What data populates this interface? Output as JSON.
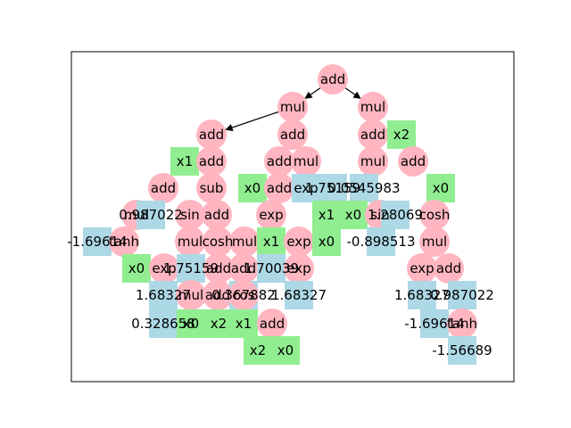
{
  "colors": {
    "operator_node": "#ffb6c1",
    "variable_node": "#90ee90",
    "constant_node": "#add8e6",
    "edge": "#000000",
    "frame": "#000000"
  },
  "nodes": [
    {
      "id": "n0",
      "kind": "operator",
      "label": "add"
    },
    {
      "id": "n1",
      "kind": "operator",
      "label": "mul"
    },
    {
      "id": "n2",
      "kind": "operator",
      "label": "mul"
    },
    {
      "id": "n3",
      "kind": "operator",
      "label": "add"
    },
    {
      "id": "n4",
      "kind": "operator",
      "label": "add"
    },
    {
      "id": "n5",
      "kind": "operator",
      "label": "add"
    },
    {
      "id": "n6",
      "kind": "variable",
      "label": "x2"
    },
    {
      "id": "n7",
      "kind": "variable",
      "label": "x1"
    },
    {
      "id": "n8",
      "kind": "operator",
      "label": "add"
    },
    {
      "id": "n9",
      "kind": "operator",
      "label": "add"
    },
    {
      "id": "n10",
      "kind": "operator",
      "label": "mul"
    },
    {
      "id": "n11",
      "kind": "operator",
      "label": "mul"
    },
    {
      "id": "n12",
      "kind": "operator",
      "label": "add"
    },
    {
      "id": "n13",
      "kind": "operator",
      "label": "add"
    },
    {
      "id": "n14",
      "kind": "operator",
      "label": "sub"
    },
    {
      "id": "n15",
      "kind": "variable",
      "label": "x0"
    },
    {
      "id": "n16",
      "kind": "operator",
      "label": "add"
    },
    {
      "id": "n17",
      "kind": "constant",
      "label": "exp"
    },
    {
      "id": "n18",
      "kind": "constant",
      "label": "1.75159"
    },
    {
      "id": "n19",
      "kind": "constant",
      "label": "0.0545983"
    },
    {
      "id": "n20",
      "kind": "variable",
      "label": "x0"
    },
    {
      "id": "n21",
      "kind": "operator",
      "label": "mul"
    },
    {
      "id": "n22",
      "kind": "constant",
      "label": "0.987022"
    },
    {
      "id": "n23",
      "kind": "operator",
      "label": "sin"
    },
    {
      "id": "n24",
      "kind": "operator",
      "label": "add"
    },
    {
      "id": "n25",
      "kind": "operator",
      "label": "exp"
    },
    {
      "id": "n26",
      "kind": "variable",
      "label": "x1"
    },
    {
      "id": "n27",
      "kind": "variable",
      "label": "x0"
    },
    {
      "id": "n28",
      "kind": "operator",
      "label": "sin"
    },
    {
      "id": "n29",
      "kind": "constant",
      "label": "1.28069"
    },
    {
      "id": "n30",
      "kind": "operator",
      "label": "cosh"
    },
    {
      "id": "n31",
      "kind": "constant",
      "label": "-1.69614"
    },
    {
      "id": "n32",
      "kind": "operator",
      "label": "tanh"
    },
    {
      "id": "n33",
      "kind": "operator",
      "label": "mul"
    },
    {
      "id": "n34",
      "kind": "operator",
      "label": "cosh"
    },
    {
      "id": "n35",
      "kind": "operator",
      "label": "mul"
    },
    {
      "id": "n36",
      "kind": "variable",
      "label": "x1"
    },
    {
      "id": "n37",
      "kind": "operator",
      "label": "exp"
    },
    {
      "id": "n38",
      "kind": "variable",
      "label": "x0"
    },
    {
      "id": "n39",
      "kind": "constant",
      "label": "-0.898513"
    },
    {
      "id": "n40",
      "kind": "operator",
      "label": "mul"
    },
    {
      "id": "n41",
      "kind": "variable",
      "label": "x0"
    },
    {
      "id": "n42",
      "kind": "operator",
      "label": "exp"
    },
    {
      "id": "n43",
      "kind": "constant",
      "label": "1.75159"
    },
    {
      "id": "n44",
      "kind": "operator",
      "label": "add"
    },
    {
      "id": "n45",
      "kind": "operator",
      "label": "add"
    },
    {
      "id": "n46",
      "kind": "constant",
      "label": "1.70039"
    },
    {
      "id": "n47",
      "kind": "operator",
      "label": "exp"
    },
    {
      "id": "n48",
      "kind": "operator",
      "label": "exp"
    },
    {
      "id": "n49",
      "kind": "operator",
      "label": "add"
    },
    {
      "id": "n50",
      "kind": "constant",
      "label": "1.68327"
    },
    {
      "id": "n51",
      "kind": "operator",
      "label": "mul"
    },
    {
      "id": "n52",
      "kind": "operator",
      "label": "add"
    },
    {
      "id": "n53",
      "kind": "constant",
      "label": "0.367882"
    },
    {
      "id": "n54",
      "kind": "operator",
      "label": "cos"
    },
    {
      "id": "n55",
      "kind": "constant",
      "label": "1.68327"
    },
    {
      "id": "n56",
      "kind": "constant",
      "label": "1.68327"
    },
    {
      "id": "n57",
      "kind": "constant",
      "label": "0.987022"
    },
    {
      "id": "n58",
      "kind": "constant",
      "label": "0.328658"
    },
    {
      "id": "n59",
      "kind": "variable",
      "label": "x0"
    },
    {
      "id": "n60",
      "kind": "variable",
      "label": "x2"
    },
    {
      "id": "n61",
      "kind": "variable",
      "label": "x1"
    },
    {
      "id": "n62",
      "kind": "operator",
      "label": "add"
    },
    {
      "id": "n63",
      "kind": "constant",
      "label": "-1.69614"
    },
    {
      "id": "n64",
      "kind": "operator",
      "label": "tanh"
    },
    {
      "id": "n65",
      "kind": "variable",
      "label": "x2"
    },
    {
      "id": "n66",
      "kind": "variable",
      "label": "x0"
    },
    {
      "id": "n67",
      "kind": "constant",
      "label": "-1.56689"
    }
  ],
  "edges": [
    {
      "from": "n0",
      "to": "n1"
    },
    {
      "from": "n0",
      "to": "n2"
    },
    {
      "from": "n1",
      "to": "n3"
    }
  ]
}
